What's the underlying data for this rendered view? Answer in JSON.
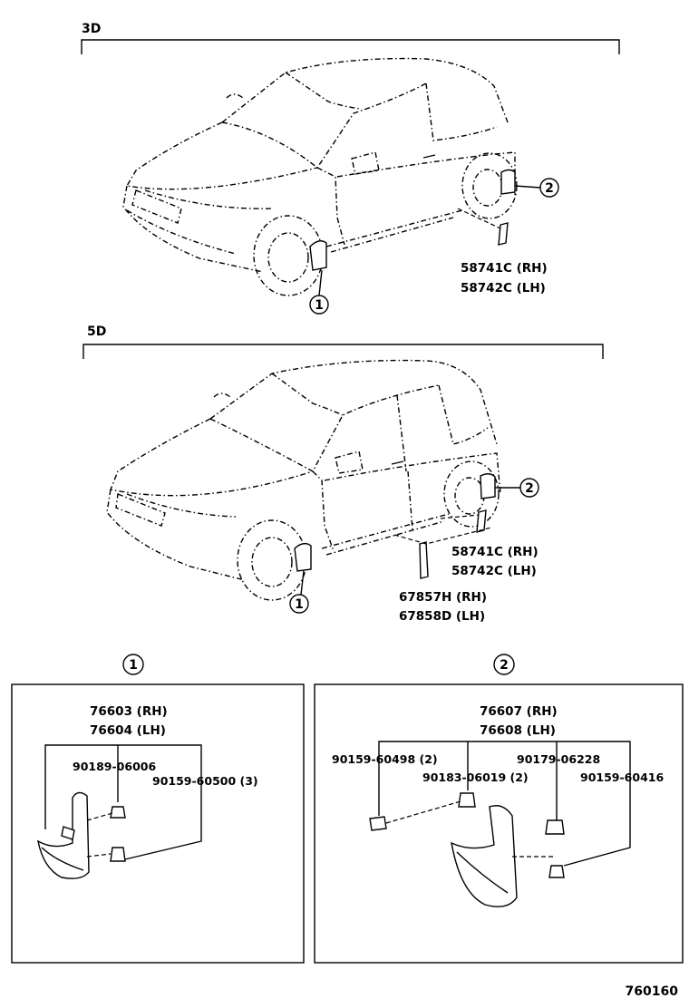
{
  "sections": {
    "three_door": {
      "label": "3D"
    },
    "five_door": {
      "label": "5D"
    }
  },
  "callouts": {
    "one": "1",
    "two": "2"
  },
  "part_numbers": {
    "side_mudguard_rh": "58741C (RH)",
    "side_mudguard_lh": "58742C (LH)",
    "rocker_mudguard_rh": "67857H (RH)",
    "rocker_mudguard_lh": "67858D (LH)"
  },
  "detail_1": {
    "title_callout": "1",
    "assembly_rh": "76603 (RH)",
    "assembly_lh": "76604 (LH)",
    "clip": "90189-06006",
    "screw": "90159-60500 (3)"
  },
  "detail_2": {
    "title_callout": "2",
    "assembly_rh": "76607 (RH)",
    "assembly_lh": "76608 (LH)",
    "screw_a": "90159-60498 (2)",
    "nut": "90183-06019 (2)",
    "clip": "90179-06228",
    "screw_b": "90159-60416"
  },
  "illustration_number": "760160"
}
